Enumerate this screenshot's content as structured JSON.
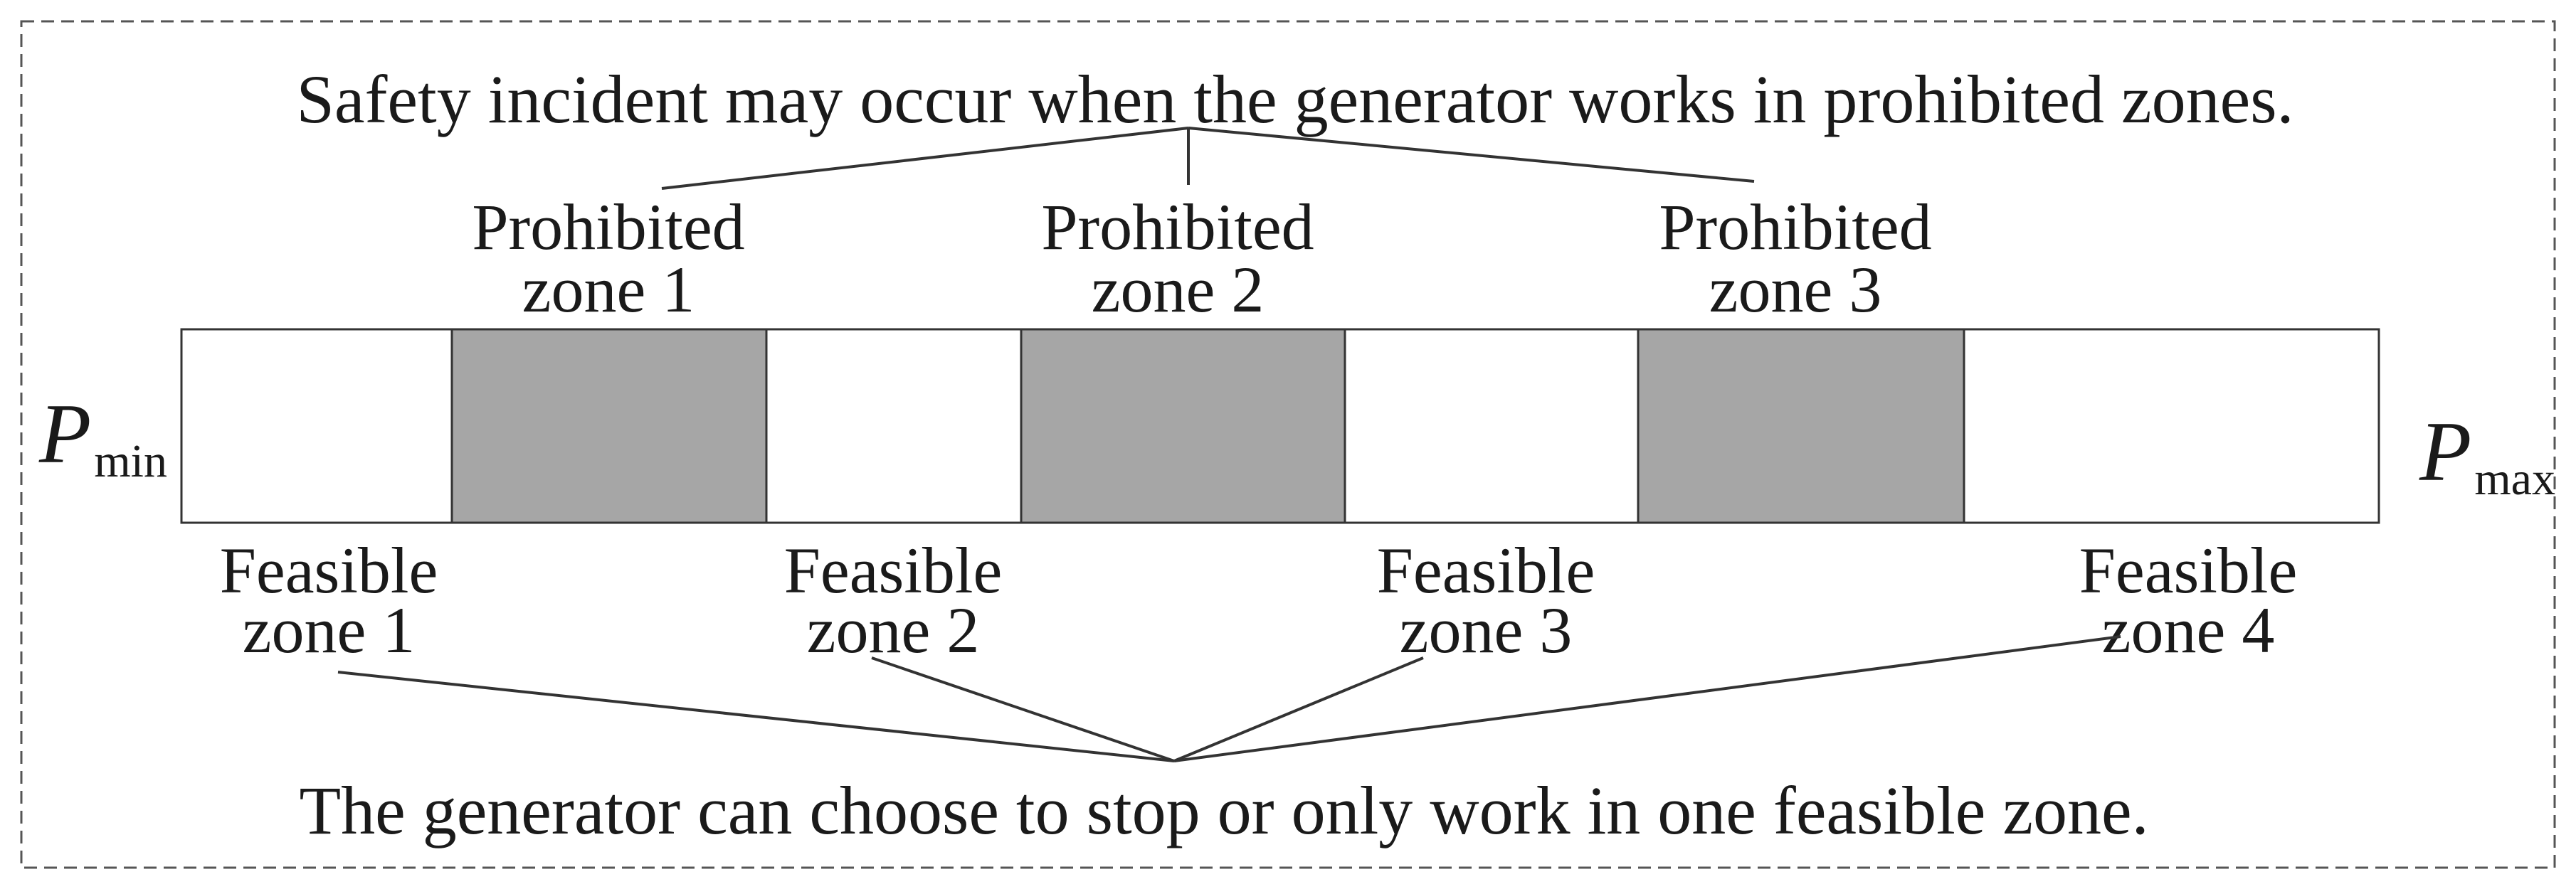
{
  "colors": {
    "prohibited_fill": "#a6a6a6",
    "feasible_fill": "#ffffff",
    "line": "#333333",
    "border": "#555555"
  },
  "top_note": "Safety incident may occur when the generator works in prohibited zones.",
  "bottom_note": "The generator can choose to stop or only work in one feasible zone.",
  "p_min": {
    "symbol": "P",
    "subscript": "min"
  },
  "p_max": {
    "symbol": "P",
    "subscript": "max"
  },
  "segments": [
    {
      "type": "feasible"
    },
    {
      "type": "prohibited"
    },
    {
      "type": "feasible"
    },
    {
      "type": "prohibited"
    },
    {
      "type": "feasible"
    },
    {
      "type": "prohibited"
    },
    {
      "type": "feasible"
    }
  ],
  "prohibited_labels": [
    [
      "Prohibited",
      "zone 1"
    ],
    [
      "Prohibited",
      "zone 2"
    ],
    [
      "Prohibited",
      "zone 3"
    ]
  ],
  "feasible_labels": [
    [
      "Feasible",
      "zone 1"
    ],
    [
      "Feasible",
      "zone 2"
    ],
    [
      "Feasible",
      "zone 3"
    ],
    [
      "Feasible",
      "zone 4"
    ]
  ]
}
